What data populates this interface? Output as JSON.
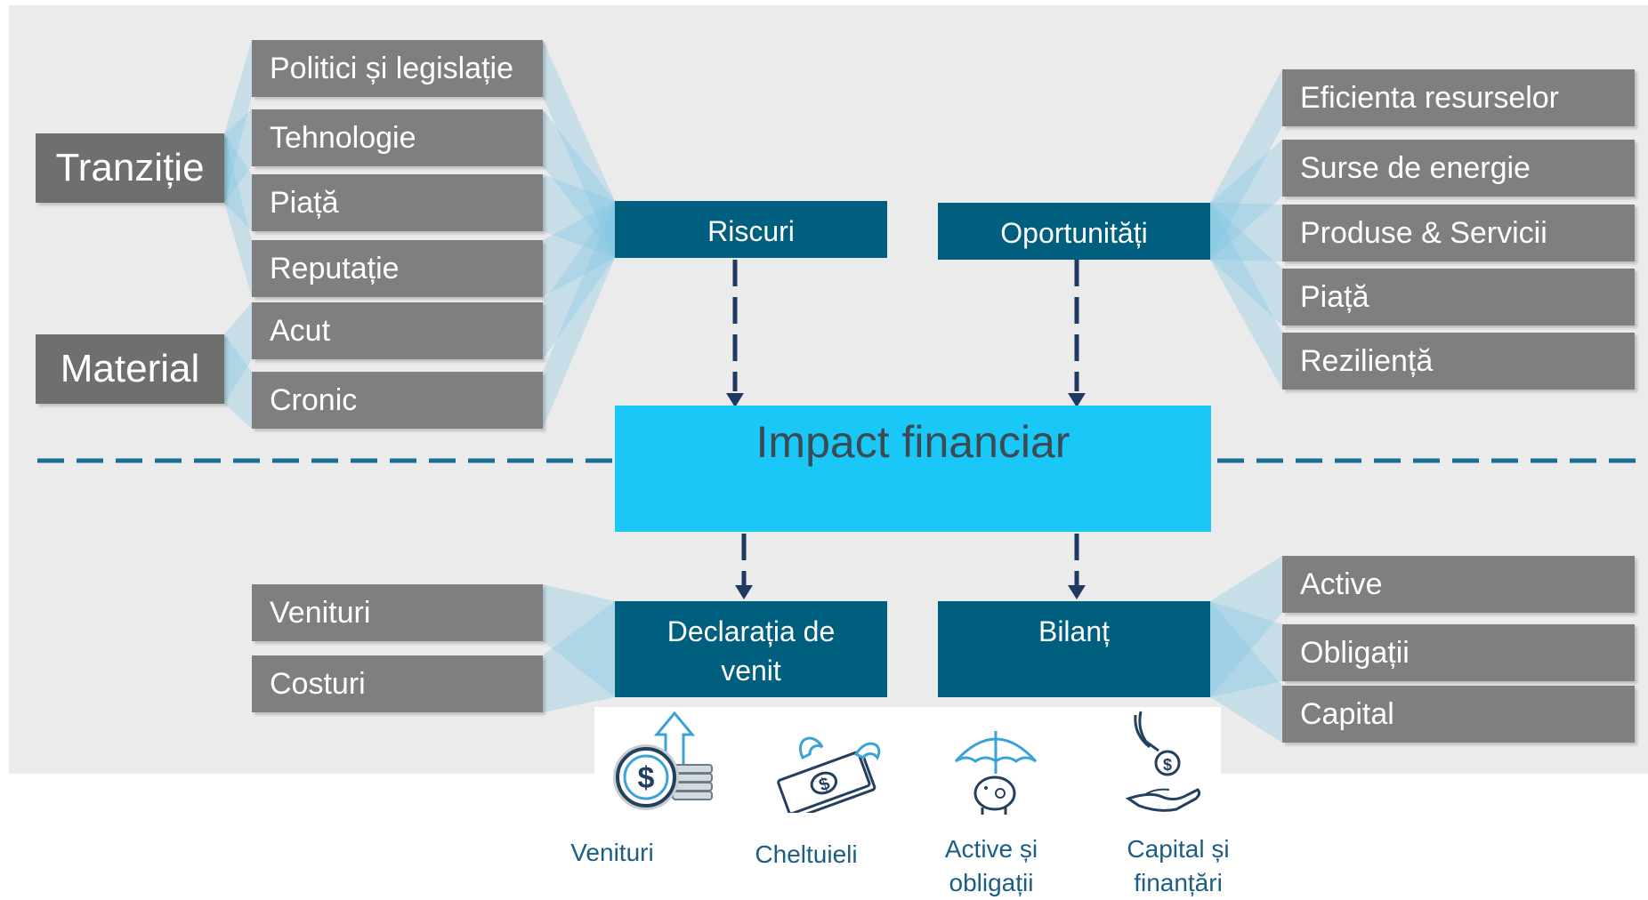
{
  "categories": {
    "tranzitie": "Tranziție",
    "material": "Material"
  },
  "risk_drivers": [
    "Politici și legislație",
    "Tehnologie",
    "Piață",
    "Reputație",
    "Acut",
    "Cronic"
  ],
  "opportunity_drivers": [
    "Eficienta resurselor",
    "Surse de energie",
    "Produse & Servicii",
    "Piață",
    "Reziliență"
  ],
  "hubs": {
    "riscuri": "Riscuri",
    "oportunitati": "Oportunități",
    "impact": "Impact financiar",
    "declaratia": "Declarația de venit",
    "bilant": "Bilanț"
  },
  "income_items": [
    "Venituri",
    "Costuri"
  ],
  "balance_items": [
    "Active",
    "Obligații",
    "Capital"
  ],
  "icons": [
    {
      "icon": "revenue-coin-arrow-icon",
      "label": "Venituri"
    },
    {
      "icon": "flying-money-icon",
      "label": "Cheltuieli"
    },
    {
      "icon": "umbrella-piggy-bank-icon",
      "label": "Active și obligații"
    },
    {
      "icon": "hand-coin-icon",
      "label": "Capital și finanțări"
    }
  ],
  "colors": {
    "panel": "#ebebeb",
    "grey_box": "#7f7f7f",
    "hub": "#005e7f",
    "impact": "#1ac8f7",
    "fan": "#7fc4e4",
    "dash": "#1a6f97",
    "caption": "#1b5e84"
  }
}
